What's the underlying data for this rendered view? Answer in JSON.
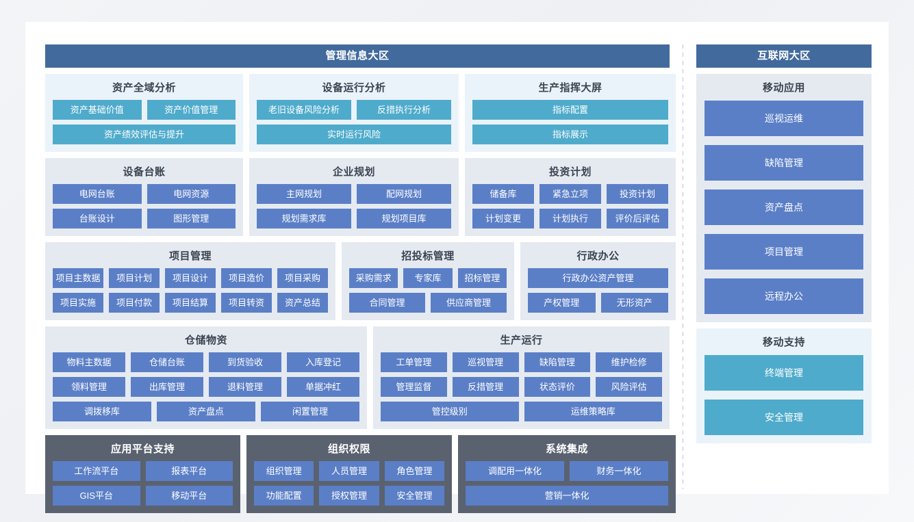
{
  "colors": {
    "zone_header": "#426a9c",
    "cyan_tile": "#4fabcb",
    "blue_tile": "#5b7fc7",
    "dark_panel": "#5a6270",
    "cyan_panel_bg": "#eaf3f9",
    "blue_panel_bg": "#e5eaf1",
    "page_bg": "#f3f4f7"
  },
  "left_zone": {
    "title": "管理信息大区",
    "bands": [
      {
        "groups": [
          {
            "title": "资产全域分析",
            "theme": "cyan",
            "rows": [
              [
                "资产基础价值",
                "资产价值管理"
              ],
              [
                "资产绩效评估与提升"
              ]
            ]
          },
          {
            "title": "设备运行分析",
            "theme": "cyan",
            "rows": [
              [
                "老旧设备风险分析",
                "反措执行分析"
              ],
              [
                "实时运行风险"
              ]
            ]
          },
          {
            "title": "生产指挥大屏",
            "theme": "cyan",
            "rows": [
              [
                "指标配置"
              ],
              [
                "指标展示"
              ]
            ]
          }
        ]
      },
      {
        "groups": [
          {
            "title": "设备台账",
            "theme": "blue",
            "rows": [
              [
                "电网台账",
                "电网资源"
              ],
              [
                "台账设计",
                "图形管理"
              ]
            ]
          },
          {
            "title": "企业规划",
            "theme": "blue",
            "rows": [
              [
                "主网规划",
                "配网规划"
              ],
              [
                "规划需求库",
                "规划项目库"
              ]
            ]
          },
          {
            "title": "投资计划",
            "theme": "blue",
            "rows": [
              [
                "储备库",
                "紧急立项",
                "投资计划"
              ],
              [
                "计划变更",
                "计划执行",
                "评价后评估"
              ]
            ]
          }
        ]
      },
      {
        "groups": [
          {
            "title": "项目管理",
            "theme": "blue",
            "rows": [
              [
                "项目主数据",
                "项目计划",
                "项目设计",
                "项目造价",
                "项目采购"
              ],
              [
                "项目实施",
                "项目付款",
                "项目结算",
                "项目转资",
                "资产总结"
              ]
            ]
          },
          {
            "title": "招投标管理",
            "theme": "blue",
            "rows": [
              [
                "采购需求",
                "专家库",
                "招标管理"
              ],
              [
                "合同管理",
                "供应商管理"
              ]
            ]
          },
          {
            "title": "行政办公",
            "theme": "blue",
            "rows": [
              [
                "行政办公资产管理"
              ],
              [
                "产权管理",
                "无形资产"
              ]
            ]
          }
        ]
      },
      {
        "groups": [
          {
            "title": "仓储物资",
            "theme": "blue",
            "rows": [
              [
                "物料主数据",
                "仓储台账",
                "到货验收",
                "入库登记"
              ],
              [
                "领料管理",
                "出库管理",
                "退料管理",
                "单据冲红"
              ],
              [
                "调拨移库",
                "资产盘点",
                "闲置管理"
              ]
            ]
          },
          {
            "title": "生产运行",
            "theme": "blue",
            "rows": [
              [
                "工单管理",
                "巡视管理",
                "缺陷管理",
                "维护检修"
              ],
              [
                "管理监督",
                "反措管理",
                "状态评价",
                "风险评估"
              ],
              [
                "管控级别",
                "运维策略库"
              ]
            ]
          }
        ]
      },
      {
        "groups": [
          {
            "title": "应用平台支持",
            "theme": "dark",
            "rows": [
              [
                "工作流平台",
                "报表平台"
              ],
              [
                "GIS平台",
                "移动平台"
              ]
            ]
          },
          {
            "title": "组织权限",
            "theme": "dark",
            "rows": [
              [
                "组织管理",
                "人员管理",
                "角色管理"
              ],
              [
                "功能配置",
                "授权管理",
                "安全管理"
              ]
            ]
          },
          {
            "title": "系统集成",
            "theme": "dark",
            "rows": [
              [
                "调配用一体化",
                "财务一体化"
              ],
              [
                "营销一体化"
              ]
            ]
          }
        ]
      }
    ]
  },
  "right_zone": {
    "title": "互联网大区",
    "groups": [
      {
        "title": "移动应用",
        "theme": "blue",
        "tiles": [
          "巡视运维",
          "缺陷管理",
          "资产盘点",
          "项目管理",
          "远程办公"
        ]
      },
      {
        "title": "移动支持",
        "theme": "cyan",
        "tiles": [
          "终端管理",
          "安全管理"
        ]
      }
    ]
  }
}
